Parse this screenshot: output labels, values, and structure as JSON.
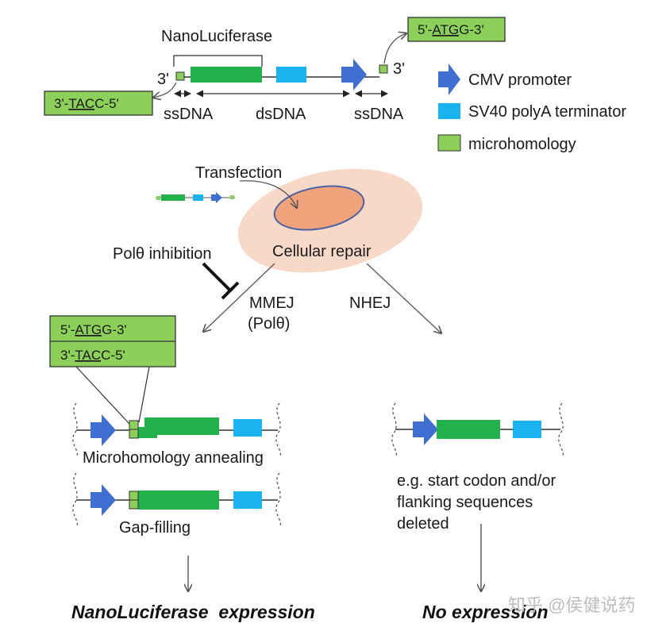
{
  "colors": {
    "green_dark": "#22b24c",
    "green_light": "#8cd05a",
    "blue_cyan": "#19b4ef",
    "blue_arrow": "#3f6fd1",
    "cell_outer": "#f8d9c7",
    "nucleus": "#f0a27a",
    "nucleus_border": "#4a64a6"
  },
  "construct": {
    "title": "NanoLuciferase",
    "three_prime_left": "3'",
    "three_prime_right": "3'",
    "top_seq": {
      "prefix": "5'-",
      "underlined": "ATG",
      "suffix": "G-3'"
    },
    "bottom_seq": {
      "prefix": "3'-",
      "underlined": "TAC",
      "suffix": "C-5'"
    },
    "ssdna_left": "ssDNA",
    "dsdna": "dsDNA",
    "ssdna_right": "ssDNA"
  },
  "legend": {
    "items": [
      {
        "icon": "cmv-promoter-arrow-icon",
        "label": "CMV promoter"
      },
      {
        "icon": "sv40-terminator-box-icon",
        "label": "SV40 polyA terminator"
      },
      {
        "icon": "microhomology-box-icon",
        "label": "microhomology"
      }
    ]
  },
  "cell": {
    "transfection": "Transfection",
    "repair": "Cellular repair",
    "pol_inhibition": "Polθ inhibition"
  },
  "paths": {
    "mmej": "MMEJ",
    "mmej_sub": "(Polθ)",
    "nhej": "NHEJ"
  },
  "mmej_box": {
    "top": {
      "prefix": "5'-",
      "underlined": "ATG",
      "suffix": "G-3'"
    },
    "bottom": {
      "prefix": "3'-",
      "underlined": "TAC",
      "suffix": "C-5'"
    }
  },
  "steps": {
    "annealing": "Microhomology annealing",
    "gapfill": "Gap-filling",
    "nhej_note": [
      "e.g. start codon and/or",
      "flanking sequences",
      "deleted"
    ]
  },
  "outcomes": {
    "left": "NanoLuciferase  expression",
    "right": "No expression"
  },
  "watermark": "知乎 @侯健说药"
}
